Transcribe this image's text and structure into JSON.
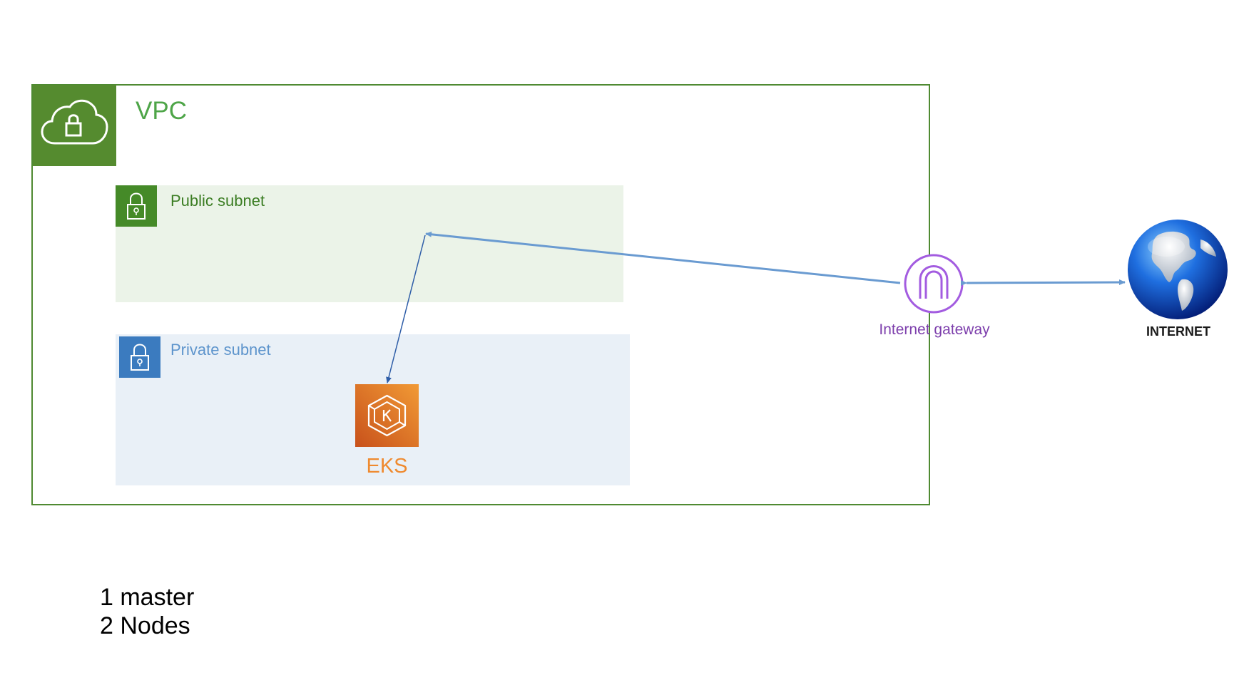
{
  "vpc": {
    "label": "VPC"
  },
  "public_subnet": {
    "label": "Public subnet"
  },
  "private_subnet": {
    "label": "Private subnet"
  },
  "eks": {
    "label": "EKS",
    "icon": "kubernetes-icon"
  },
  "internet_gateway": {
    "label": "Internet gateway",
    "icon": "gateway-arch-icon"
  },
  "internet": {
    "label": "INTERNET",
    "icon": "globe-icon"
  },
  "notes": [
    "1 master",
    "2 Nodes"
  ],
  "colors": {
    "vpc_green": "#558b2f",
    "vpc_text": "#4ea548",
    "public_fill": "#ebf3e8",
    "private_fill": "#e9f0f7",
    "private_blue": "#3b7bbf",
    "eks_orange": "#ef8a2f",
    "gateway_purple": "#7d3fac",
    "connector_blue": "#6a9bd1"
  }
}
